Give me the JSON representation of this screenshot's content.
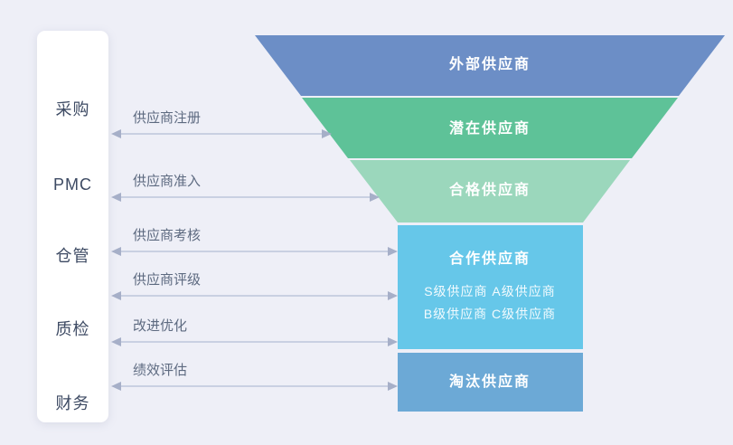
{
  "background_color": "#EEEFF7",
  "sidebar": {
    "items": [
      {
        "label": "采购"
      },
      {
        "label": "PMC"
      },
      {
        "label": "仓管"
      },
      {
        "label": "质检"
      },
      {
        "label": "财务"
      }
    ]
  },
  "processes": [
    {
      "label": "供应商注册"
    },
    {
      "label": "供应商准入"
    },
    {
      "label": "供应商考核"
    },
    {
      "label": "供应商评级"
    },
    {
      "label": "改进优化"
    },
    {
      "label": "绩效评估"
    }
  ],
  "funnel": {
    "levels": [
      {
        "label": "外部供应商",
        "color": "#6C8EC6"
      },
      {
        "label": "潜在供应商",
        "color": "#5EC298"
      },
      {
        "label": "合格供应商",
        "color": "#9BD7BC"
      },
      {
        "label": "合作供应商",
        "color": "#66C7E9",
        "sub": [
          "S级供应商 A级供应商",
          "B级供应商 C级供应商"
        ]
      },
      {
        "label": "淘汰供应商",
        "color": "#6CA9D6"
      }
    ]
  },
  "arrow_color": "#C9D0E2",
  "arrowhead_color": "#A6AFC8"
}
